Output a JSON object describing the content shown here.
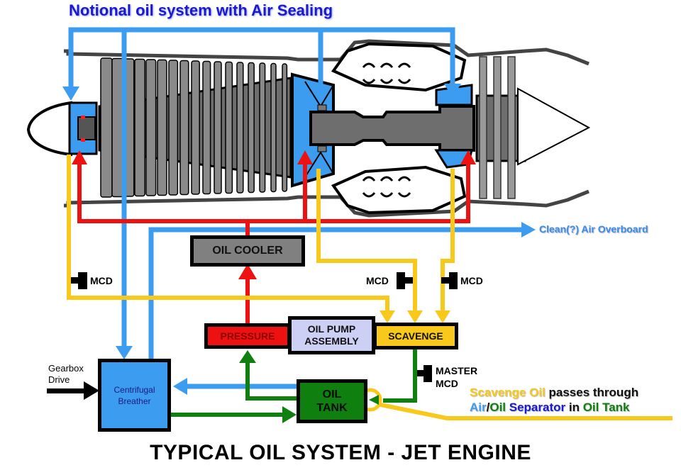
{
  "title_top": "Notional oil system with Air Sealing",
  "title_bottom": "TYPICAL OIL SYSTEM - JET ENGINE",
  "colors": {
    "air": "#3b9cf0",
    "pressure": "#ee1111",
    "scavenge": "#f8c81a",
    "return": "#0f800f",
    "cooler": "#808080",
    "pump": "#cdd0f5",
    "engine_grey": "#6e6e6e",
    "title_blue": "#1a1acc"
  },
  "components": {
    "oil_cooler": "OIL COOLER",
    "pressure": "PRESSURE",
    "pump_line1": "OIL PUMP",
    "pump_line2": "ASSEMBLY",
    "scavenge": "SCAVENGE",
    "tank_line1": "OIL",
    "tank_line2": "TANK",
    "breather_line1": "Centrifugal",
    "breather_line2": "Breather"
  },
  "labels": {
    "mcd": "MCD",
    "master_mcd_line1": "MASTER",
    "master_mcd_line2": "MCD",
    "overboard": "Clean(?) Air Overboard",
    "gearbox_line1": "Gearbox",
    "gearbox_line2": "Drive"
  },
  "note": {
    "line1": [
      {
        "text": "Scavenge Oil",
        "color": "#f8c81a"
      },
      {
        "text": " passes through",
        "color": "#111111"
      }
    ],
    "line2": [
      {
        "text": "Air",
        "color": "#3b9cf0"
      },
      {
        "text": "/",
        "color": "#111111"
      },
      {
        "text": "Oil",
        "color": "#0f800f"
      },
      {
        "text": " Separator",
        "color": "#1a1acc"
      },
      {
        "text": " in ",
        "color": "#111111"
      },
      {
        "text": "Oil Tank",
        "color": "#0f800f"
      }
    ]
  }
}
